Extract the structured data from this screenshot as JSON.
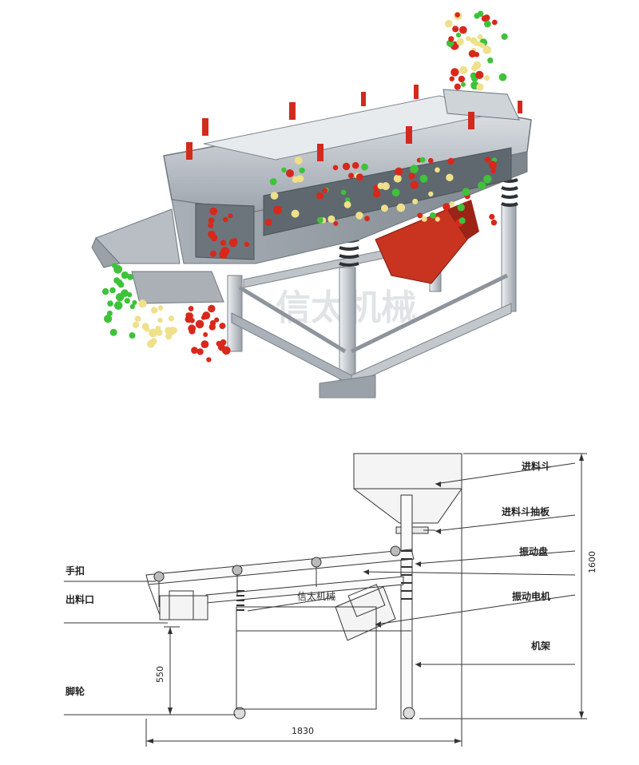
{
  "diagram": {
    "labels_right": [
      {
        "key": "feed_hopper",
        "text": "进料斗"
      },
      {
        "key": "hopper_plate",
        "text": "进料斗抽板"
      },
      {
        "key": "vibration_plate",
        "text": "振动盘"
      },
      {
        "key": "vibration_motor",
        "text": "振动电机"
      },
      {
        "key": "frame",
        "text": "机架"
      }
    ],
    "labels_left": [
      {
        "key": "hand_clamp",
        "text": "手扣"
      },
      {
        "key": "outlet",
        "text": "出料口"
      },
      {
        "key": "caster",
        "text": "脚轮"
      }
    ],
    "center_label": "信太机械",
    "watermark": "信太机械",
    "dimensions": {
      "length": "1830",
      "height": "1600",
      "outlet_height": "550"
    }
  },
  "colors": {
    "machine_body": "#b9bec4",
    "machine_shadow": "#8c939b",
    "particle_red": "#d8281c",
    "particle_green": "#3ec23a",
    "particle_yellow": "#efe08a",
    "motor": "#c8341f",
    "line": "#333333"
  }
}
